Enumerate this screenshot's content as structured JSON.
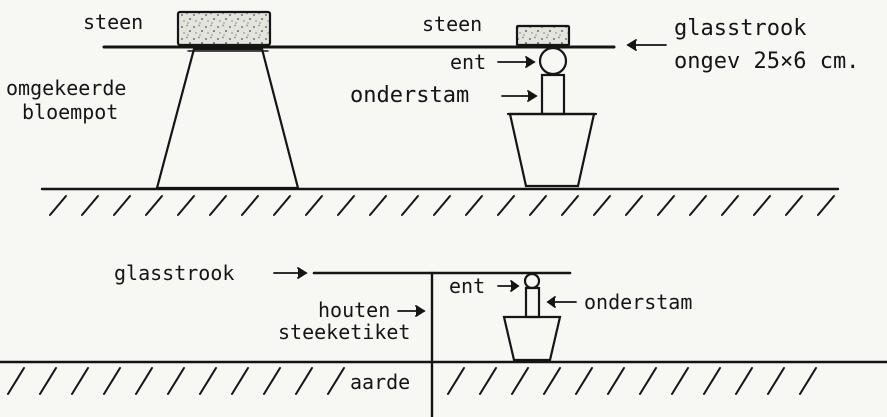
{
  "labels": {
    "top_steen_left": "steen",
    "top_steen_right": "steen",
    "top_glasstrook": "glasstrook",
    "top_dimensions": "ongev 25×6 cm.",
    "top_omgekeerde": "omgekeerde",
    "top_bloempot": "bloempot",
    "top_ent": "ent",
    "top_onderstam": "onderstam",
    "bottom_glasstrook": "glasstrook",
    "bottom_houten": "houten",
    "bottom_steeketiket": "steeketiket",
    "bottom_ent": "ent",
    "bottom_onderstam": "onderstam",
    "bottom_aarde": "aarde"
  },
  "colors": {
    "ink": "#151515",
    "paper": "#f7f7f4",
    "stone_fill": "#d8d8d2"
  }
}
